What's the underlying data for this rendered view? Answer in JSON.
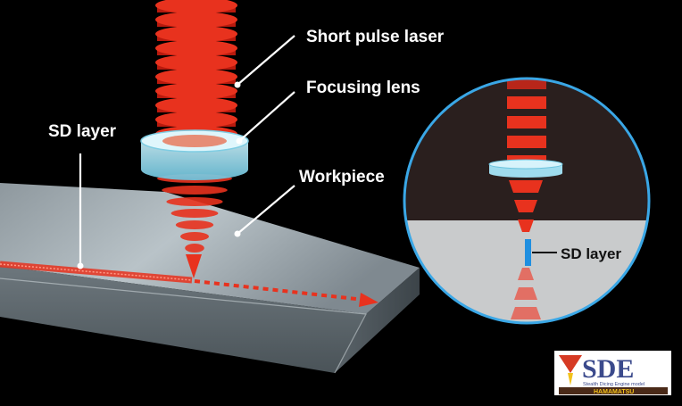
{
  "labels": {
    "short_pulse_laser": "Short pulse laser",
    "focusing_lens": "Focusing lens",
    "workpiece": "Workpiece",
    "sd_layer_left": "SD layer",
    "sd_layer_inset": "SD layer"
  },
  "logo": {
    "name": "SDE",
    "tagline": "Stealth Dicing Engine model",
    "brand": "HAMAMATSU"
  },
  "colors": {
    "laser_red": "#e8321e",
    "lens_cyan": "#8fd6ea",
    "workpiece_gray": "#9aa6ad",
    "inset_ring": "#3aa7e6",
    "sd_layer_blue": "#1f8fe0",
    "background": "#000000"
  }
}
